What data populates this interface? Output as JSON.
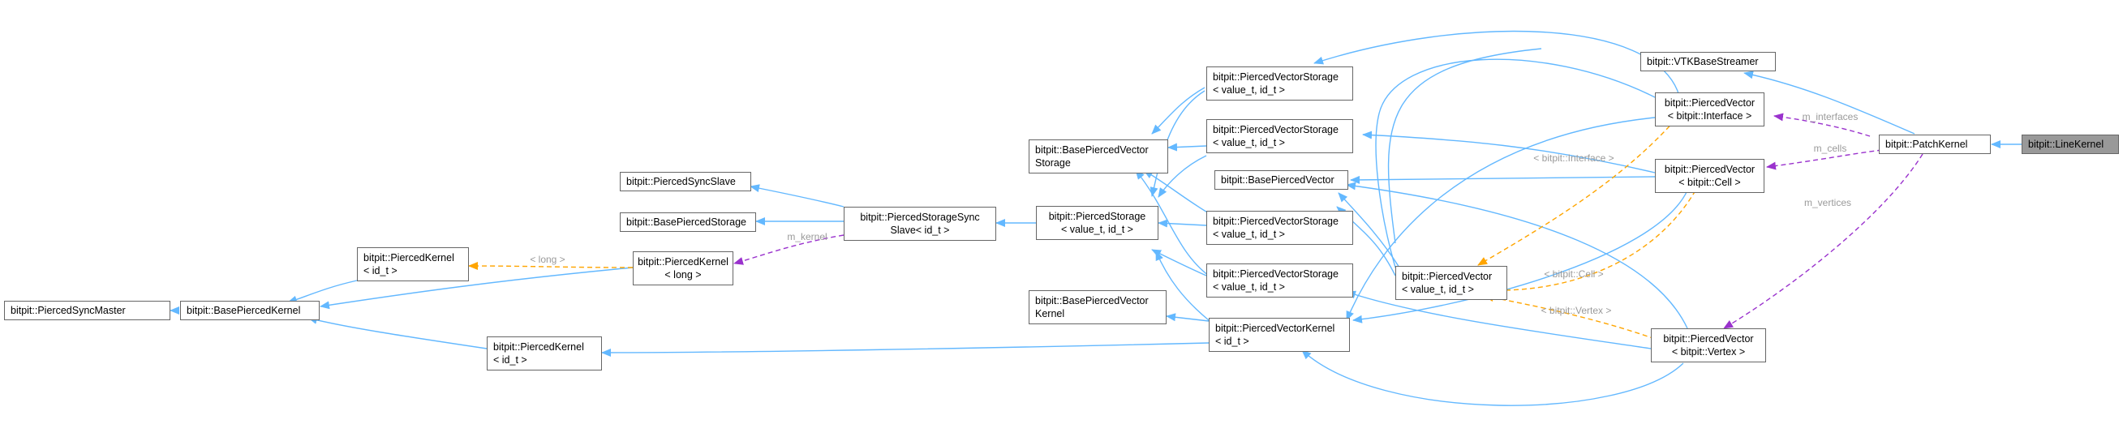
{
  "nodes": {
    "piercedSyncMaster": "bitpit::PiercedSyncMaster",
    "basePiercedKernel": "bitpit::BasePiercedKernel",
    "piercedKernelIdT_top_line1": "bitpit::PiercedKernel",
    "piercedKernelIdT_top_line2": "< id_t >",
    "piercedKernelLong_line1": "bitpit::PiercedKernel",
    "piercedKernelLong_line2": "< long >",
    "piercedKernelIdT_bottom_line1": "bitpit::PiercedKernel",
    "piercedKernelIdT_bottom_line2": "< id_t >",
    "piercedSyncSlave": "bitpit::PiercedSyncSlave",
    "basePiercedStorage": "bitpit::BasePiercedStorage",
    "piercedStorageSyncSlave_line1": "bitpit::PiercedStorageSync",
    "piercedStorageSyncSlave_line2": "Slave< id_t >",
    "basePiercedVectorStorage_line1": "bitpit::BasePiercedVector",
    "basePiercedVectorStorage_line2": "Storage",
    "piercedStorage_line1": "bitpit::PiercedStorage",
    "piercedStorage_line2": "< value_t, id_t >",
    "basePiercedVectorKernel_line1": "bitpit::BasePiercedVector",
    "basePiercedVectorKernel_line2": "Kernel",
    "pvs1_line1": "bitpit::PiercedVectorStorage",
    "pvs1_line2": "< value_t, id_t >",
    "pvs2_line1": "bitpit::PiercedVectorStorage",
    "pvs2_line2": "< value_t, id_t >",
    "basePiercedVector": "bitpit::BasePiercedVector",
    "pvs3_line1": "bitpit::PiercedVectorStorage",
    "pvs3_line2": "< value_t, id_t >",
    "pvs4_line1": "bitpit::PiercedVectorStorage",
    "pvs4_line2": "< value_t, id_t >",
    "piercedVectorKernel_line1": "bitpit::PiercedVectorKernel",
    "piercedVectorKernel_line2": "< id_t >",
    "piercedVector_line1": "bitpit::PiercedVector",
    "piercedVector_line2": "< value_t, id_t >",
    "vtkBaseStreamer": "bitpit::VTKBaseStreamer",
    "pvInterface_line1": "bitpit::PiercedVector",
    "pvInterface_line2": "< bitpit::Interface >",
    "pvCell_line1": "bitpit::PiercedVector",
    "pvCell_line2": "< bitpit::Cell >",
    "pvVertex_line1": "bitpit::PiercedVector",
    "pvVertex_line2": "< bitpit::Vertex >",
    "patchKernel": "bitpit::PatchKernel",
    "lineKernel": "bitpit::LineKernel"
  },
  "edge_labels": {
    "long": "< long >",
    "m_kernel": "m_kernel",
    "interface": "< bitpit::Interface >",
    "cell": "< bitpit::Cell >",
    "vertex": "< bitpit::Vertex >",
    "m_interfaces": "m_interfaces",
    "m_cells": "m_cells",
    "m_vertices": "m_vertices"
  },
  "colors": {
    "inheritance": "#63b8ff",
    "template": "#ffa500",
    "usage": "#9a32cd",
    "node_border": "#666666",
    "current_node_fill": "#999999"
  }
}
